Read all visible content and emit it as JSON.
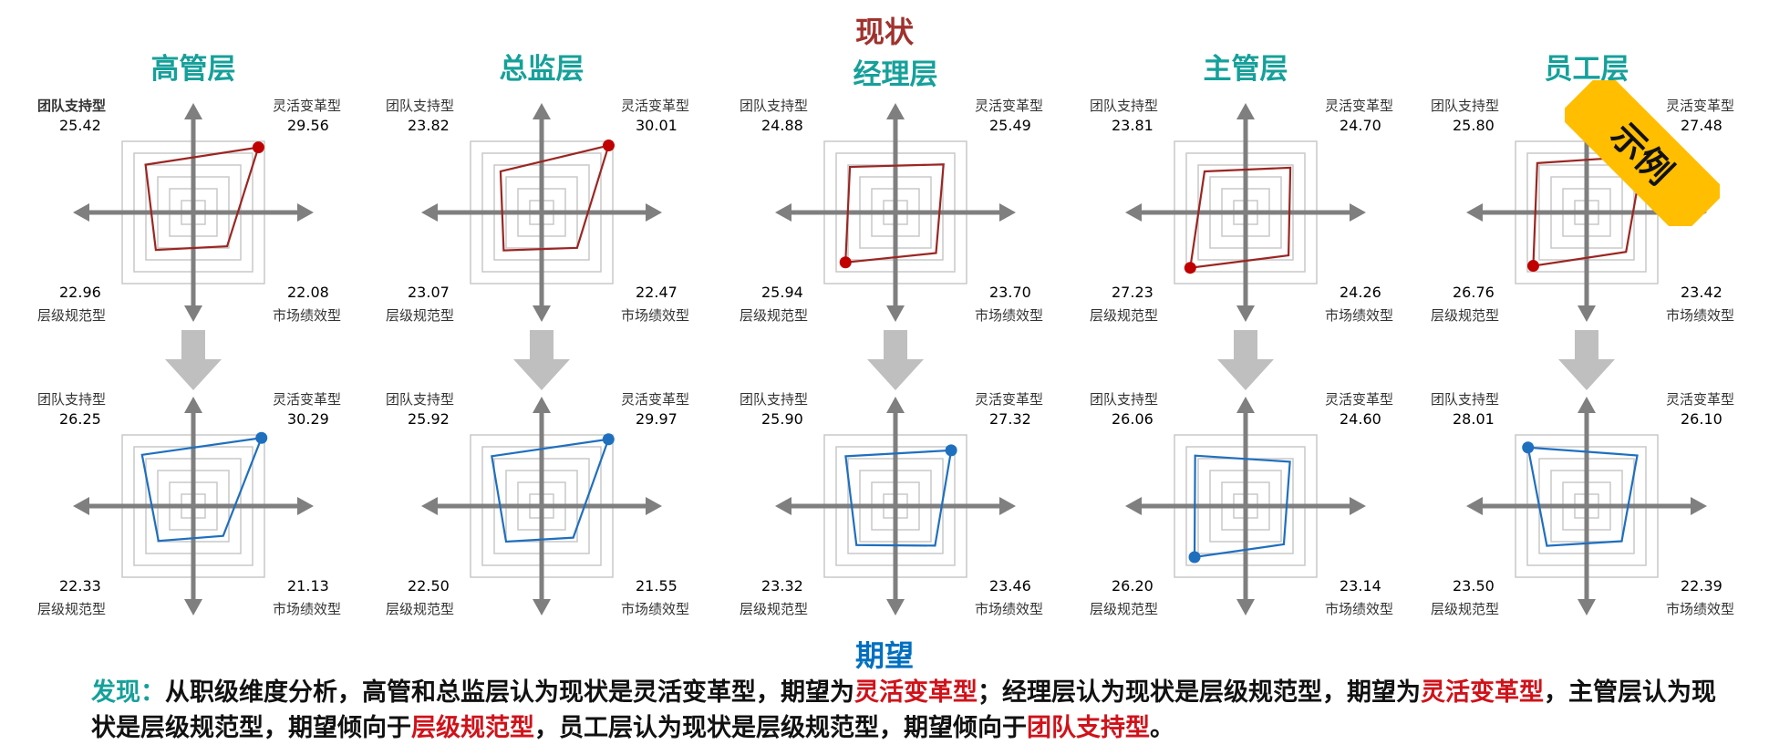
{
  "header": {
    "current_label": "现状",
    "expected_label": "期望"
  },
  "badge": {
    "text": "示例",
    "color": "#FFBE00"
  },
  "colors": {
    "current": "#9B2622",
    "expected": "#1F6FBF",
    "title": "#16A09A",
    "highlight": "#D0121A"
  },
  "dimensions": {
    "top_left": "团队支持型",
    "top_right": "灵活变革型",
    "bottom_left": "层级规范型",
    "bottom_right": "市场绩效型"
  },
  "levels": [
    {
      "title": "高管层",
      "current": {
        "top_left": "25.42",
        "top_right": "29.56",
        "bottom_left": "22.96",
        "bottom_right": "22.08"
      },
      "expected": {
        "top_left": "26.25",
        "top_right": "30.29",
        "bottom_left": "22.33",
        "bottom_right": "21.13"
      }
    },
    {
      "title": "总监层",
      "current": {
        "top_left": "23.82",
        "top_right": "30.01",
        "bottom_left": "23.07",
        "bottom_right": "22.47"
      },
      "expected": {
        "top_left": "25.92",
        "top_right": "29.97",
        "bottom_left": "22.50",
        "bottom_right": "21.55"
      }
    },
    {
      "title": "经理层",
      "current": {
        "top_left": "24.88",
        "top_right": "25.49",
        "bottom_left": "25.94",
        "bottom_right": "23.70"
      },
      "expected": {
        "top_left": "25.90",
        "top_right": "27.32",
        "bottom_left": "23.32",
        "bottom_right": "23.46"
      }
    },
    {
      "title": "主管层",
      "current": {
        "top_left": "23.81",
        "top_right": "24.70",
        "bottom_left": "27.23",
        "bottom_right": "24.26"
      },
      "expected": {
        "top_left": "26.06",
        "top_right": "24.60",
        "bottom_left": "26.20",
        "bottom_right": "23.14"
      }
    },
    {
      "title": "员工层",
      "current": {
        "top_left": "25.80",
        "top_right": "27.48",
        "bottom_left": "26.76",
        "bottom_right": "23.42"
      },
      "expected": {
        "top_left": "28.01",
        "top_right": "26.10",
        "bottom_left": "23.50",
        "bottom_right": "22.39"
      }
    }
  ],
  "finding": {
    "lead": "发现：",
    "p1": "从职级维度分析，高管和总监层认为现状是灵活变革型，期望为",
    "h1": "灵活变革型",
    "p2": "；经理层认为现状是层级规范型，期望为",
    "h2": "灵活变革型",
    "p3": "，主管层认为现状是层级规范型，期望倾向于",
    "h3": "层级规范型",
    "p4": "，员工层认为现状是层级规范型，期望倾向于",
    "h4": "团队支持型",
    "p5": "。"
  }
}
